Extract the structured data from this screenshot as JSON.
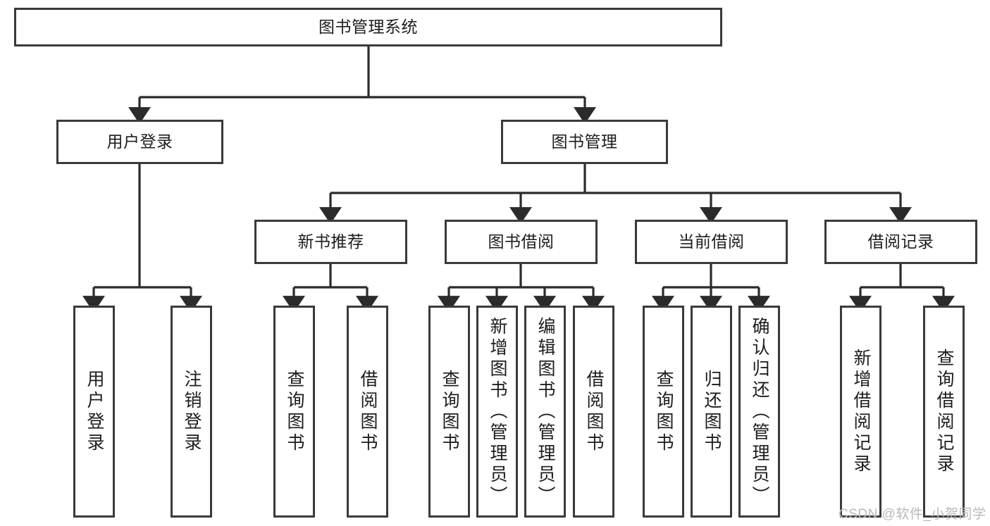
{
  "diagram": {
    "type": "tree-hierarchy-chart",
    "title": "图书管理系统",
    "colors": {
      "box_border": "#3a3a3a",
      "box_fill": "#ffffff",
      "connector": "#2b2b2b",
      "text": "#1d1d1d",
      "watermark": "#b9b9b9",
      "background": "#ffffff"
    },
    "levels": {
      "root": {
        "label": "图书管理系统"
      },
      "level2": [
        {
          "id": "user-login",
          "label": "用户登录"
        },
        {
          "id": "book-management",
          "label": "图书管理"
        }
      ],
      "level3": [
        {
          "id": "new-book-recommend",
          "label": "新书推荐",
          "parent": "book-management"
        },
        {
          "id": "book-borrow",
          "label": "图书借阅",
          "parent": "book-management"
        },
        {
          "id": "current-borrow",
          "label": "当前借阅",
          "parent": "book-management"
        },
        {
          "id": "borrow-record",
          "label": "借阅记录",
          "parent": "book-management"
        }
      ],
      "leaves": [
        {
          "id": "leaf-user-login",
          "label": "用户登录",
          "parent": "user-login"
        },
        {
          "id": "leaf-logout-login",
          "label": "注销登录",
          "parent": "user-login"
        },
        {
          "id": "leaf-query-book-1",
          "label": "查询图书",
          "parent": "new-book-recommend"
        },
        {
          "id": "leaf-borrow-book-1",
          "label": "借阅图书",
          "parent": "new-book-recommend"
        },
        {
          "id": "leaf-query-book-2",
          "label": "查询图书",
          "parent": "book-borrow"
        },
        {
          "id": "leaf-add-book",
          "label": "新增图书（管理员）",
          "parent": "book-borrow"
        },
        {
          "id": "leaf-edit-book",
          "label": "编辑图书（管理员）",
          "parent": "book-borrow"
        },
        {
          "id": "leaf-borrow-book-2",
          "label": "借阅图书",
          "parent": "book-borrow"
        },
        {
          "id": "leaf-query-book-3",
          "label": "查询图书",
          "parent": "current-borrow"
        },
        {
          "id": "leaf-return-book",
          "label": "归还图书",
          "parent": "current-borrow"
        },
        {
          "id": "leaf-confirm-return",
          "label": "确认归还（管理员）",
          "parent": "current-borrow"
        },
        {
          "id": "leaf-add-record",
          "label": "新增借阅记录",
          "parent": "borrow-record"
        },
        {
          "id": "leaf-query-record",
          "label": "查询借阅记录",
          "parent": "borrow-record"
        }
      ]
    },
    "watermark": "CSDN @软件_小贺同学"
  }
}
